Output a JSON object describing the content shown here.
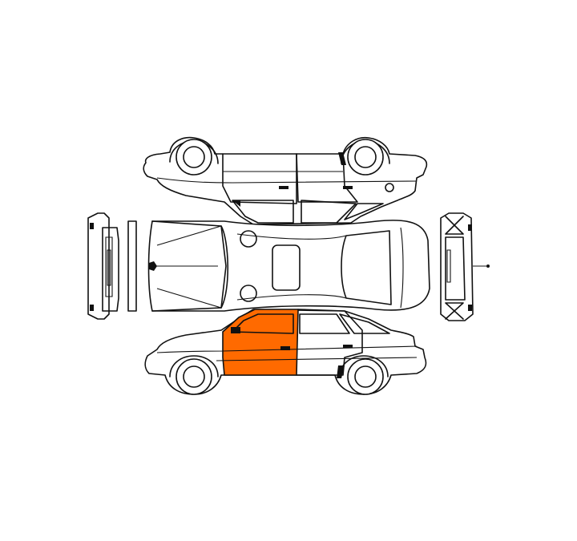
{
  "diagram": {
    "colors": {
      "highlight": "#ff6a00",
      "line": "#111111",
      "background": "#ffffff"
    },
    "views": [
      "top-view",
      "plan-view",
      "front-view",
      "rear-view",
      "side-view"
    ],
    "highlighted_part": "front-left-door"
  }
}
